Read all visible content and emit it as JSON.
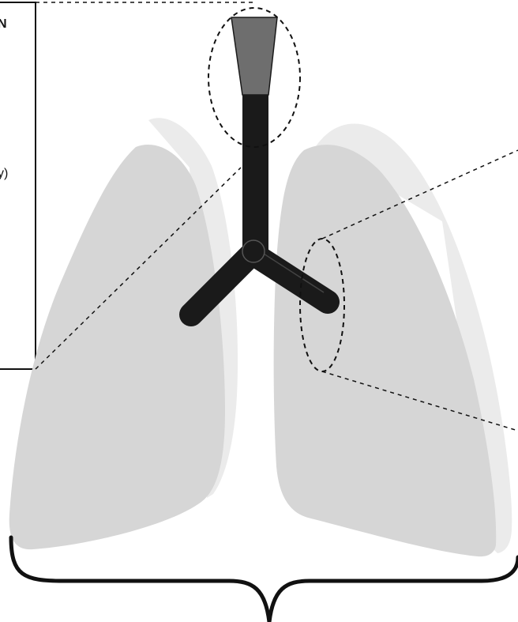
{
  "inset_box": {
    "heading_fragment": "N",
    "text_fragment": "y)"
  },
  "colors": {
    "lung_front": "#d6d6d6",
    "lung_side": "#ebebeb",
    "trachea_dark": "#1a1a1a",
    "trachea_upper": "#6e6e6e",
    "outline": "#111111"
  },
  "parts": [
    "left-lung",
    "right-lung",
    "trachea",
    "left-bronchus",
    "right-bronchus",
    "upper-airway-zoom",
    "bronchus-zoom",
    "bracket"
  ]
}
